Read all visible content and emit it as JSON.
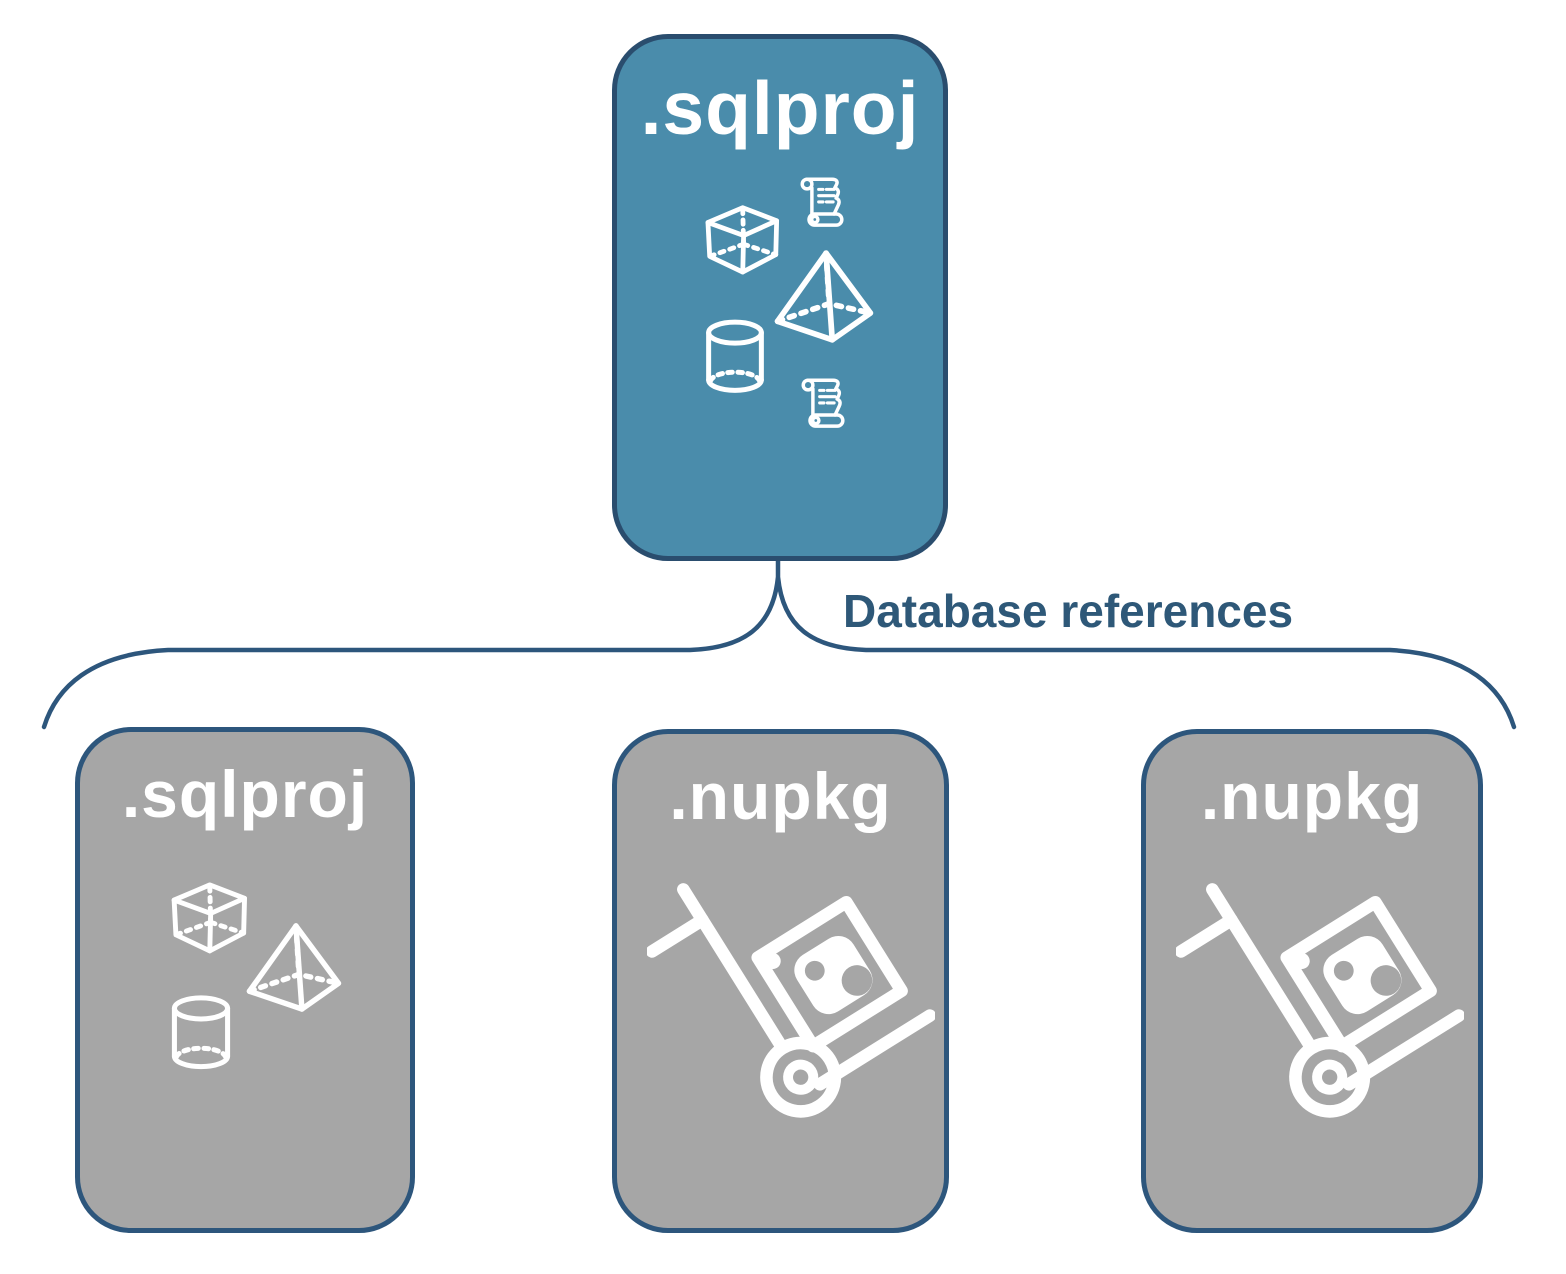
{
  "diagram": {
    "connector": {
      "label": "Database references"
    },
    "root": {
      "title": ".sqlproj",
      "type_icons": [
        "script-scroll-icon",
        "cube-icon",
        "pyramid-icon",
        "database-cylinder-icon",
        "script-scroll-icon"
      ]
    },
    "children": [
      {
        "title": ".sqlproj",
        "type_icons": [
          "cube-icon",
          "pyramid-icon",
          "database-cylinder-icon"
        ]
      },
      {
        "title": ".nupkg",
        "type_icons": [
          "package-dolly-icon"
        ]
      },
      {
        "title": ".nupkg",
        "type_icons": [
          "package-dolly-icon"
        ]
      }
    ],
    "colors": {
      "root_box_fill": "#4a8cab",
      "root_box_border": "#2a4d6e",
      "child_box_fill": "#a6a6a6",
      "child_box_border": "#2d567c",
      "connector_line": "#2d567c",
      "label_text": "#2e5878",
      "icon_white": "#ffffff"
    }
  }
}
